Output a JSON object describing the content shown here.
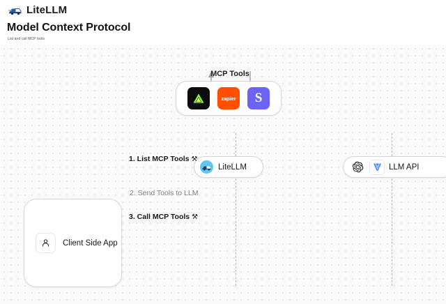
{
  "header": {
    "logo_icon": "litellm-logo-icon",
    "brand": "LiteLLM",
    "title": "Model Context Protocol",
    "subtitle": "List and call MCP tools"
  },
  "canvas": {
    "background": "#fafafa",
    "dot_color": "#e2e2e4"
  },
  "nodes": {
    "mcp_tools": {
      "label": "MCP Tools",
      "tools": [
        {
          "name": "mcp-tool-icon-dark",
          "glyph": "▲",
          "bg": "#0c0c0c",
          "fg": "#7ee81f"
        },
        {
          "name": "mcp-tool-icon-zapier",
          "glyph": "zapier",
          "bg": "#ff4f00",
          "fg": "#ffffff"
        },
        {
          "name": "mcp-tool-icon-slack",
          "glyph": "S",
          "bg": "#6c63f5",
          "fg": "#ffffff"
        }
      ]
    },
    "litellm": {
      "label": "LiteLLM",
      "icon": "litellm-avatar-icon",
      "accent": "#5bc8ef"
    },
    "llm_api": {
      "label": "LLM API",
      "icons": [
        "openai-logo-icon",
        "vertex-ai-logo-icon"
      ]
    },
    "client": {
      "label": "Client Side App",
      "icon": "user-icon"
    }
  },
  "messages": [
    {
      "id": "list-mcp-tools",
      "label": "1. List MCP Tools",
      "glyph": "⚒",
      "color": "#7dd3f0",
      "style": "blue",
      "direction": "bidirectional"
    },
    {
      "id": "send-tools-to-llm",
      "label": "2. Send Tools to LLM",
      "glyph": "",
      "color": "#4d4d53",
      "style": "gray",
      "direction": "bidirectional"
    },
    {
      "id": "call-mcp-tools",
      "label": "3. Call MCP Tools",
      "glyph": "⚒",
      "color": "#7dd3f0",
      "style": "blue",
      "direction": "bidirectional"
    }
  ],
  "connectors": [
    {
      "id": "litellm-to-mcp-up",
      "direction": "up",
      "color": "#9e9ea6"
    },
    {
      "id": "mcp-to-litellm-down",
      "direction": "down",
      "color": "#9e9ea6"
    }
  ]
}
